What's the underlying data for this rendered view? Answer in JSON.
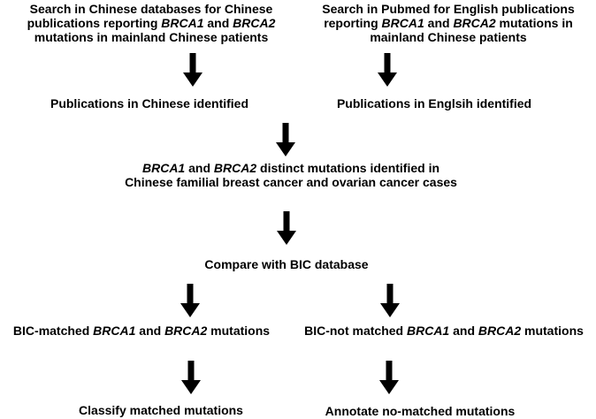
{
  "colors": {
    "background": "#ffffff",
    "text": "#000000",
    "arrow": "#000000"
  },
  "flowchart": {
    "top_left": [
      {
        "t": "Search in Chinese databases for Chinese"
      },
      {
        "br": true
      },
      {
        "t": "publications reporting "
      },
      {
        "t": "BRCA1",
        "i": true
      },
      {
        "t": " and "
      },
      {
        "t": "BRCA2",
        "i": true
      },
      {
        "br": true
      },
      {
        "t": "mutations in mainland Chinese patients"
      }
    ],
    "top_right": [
      {
        "t": "Search in Pubmed for English publications"
      },
      {
        "br": true
      },
      {
        "t": "reporting "
      },
      {
        "t": "BRCA1",
        "i": true
      },
      {
        "t": " and "
      },
      {
        "t": "BRCA2",
        "i": true
      },
      {
        "t": " mutations in"
      },
      {
        "br": true
      },
      {
        "t": "mainland Chinese patients"
      }
    ],
    "left_result": "Publications in Chinese identified",
    "right_result": "Publications in Englsih identified",
    "merge": [
      {
        "t": "BRCA1",
        "i": true
      },
      {
        "t": " and "
      },
      {
        "t": "BRCA2",
        "i": true
      },
      {
        "t": " distinct mutations identified in"
      },
      {
        "br": true
      },
      {
        "t": "Chinese familial breast cancer and ovarian cancer cases"
      }
    ],
    "compare": "Compare with BIC database",
    "matched": [
      {
        "t": "BIC-matched "
      },
      {
        "t": "BRCA1",
        "i": true
      },
      {
        "t": " and "
      },
      {
        "t": "BRCA2",
        "i": true
      },
      {
        "t": " mutations"
      }
    ],
    "not_matched": [
      {
        "t": "BIC-not matched "
      },
      {
        "t": "BRCA1",
        "i": true
      },
      {
        "t": " and "
      },
      {
        "t": "BRCA2",
        "i": true
      },
      {
        "t": " mutations"
      }
    ],
    "classify": "Classify matched mutations",
    "annotate": "Annotate no-matched mutations"
  }
}
